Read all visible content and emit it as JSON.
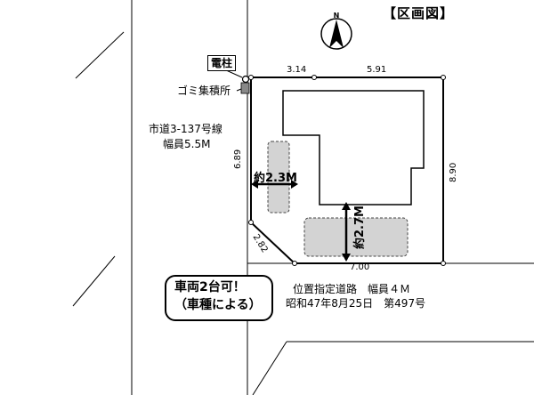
{
  "title": "【区画図】",
  "north_arrow": {
    "letter": "N"
  },
  "utility_pole": {
    "label": "電柱"
  },
  "garbage_point": {
    "label": "ゴミ集積所"
  },
  "city_road": {
    "name": "市道3-137号線",
    "width": "幅員5.5M"
  },
  "dimensions": {
    "top_left_segment": "3.14",
    "top_right_segment": "5.91",
    "left_side": "6.89",
    "right_side": "8.90",
    "bottom": "7.00",
    "corner_cut": "2.82"
  },
  "parking": {
    "width_label": "約2.3M",
    "length_label": "約2.7M"
  },
  "cars_note": {
    "line1": "車両2台可！",
    "line2": "（車種による）"
  },
  "designated_road": {
    "name": "位置指定道路　幅員４Ｍ",
    "designation": "昭和47年8月25日　第497号"
  }
}
